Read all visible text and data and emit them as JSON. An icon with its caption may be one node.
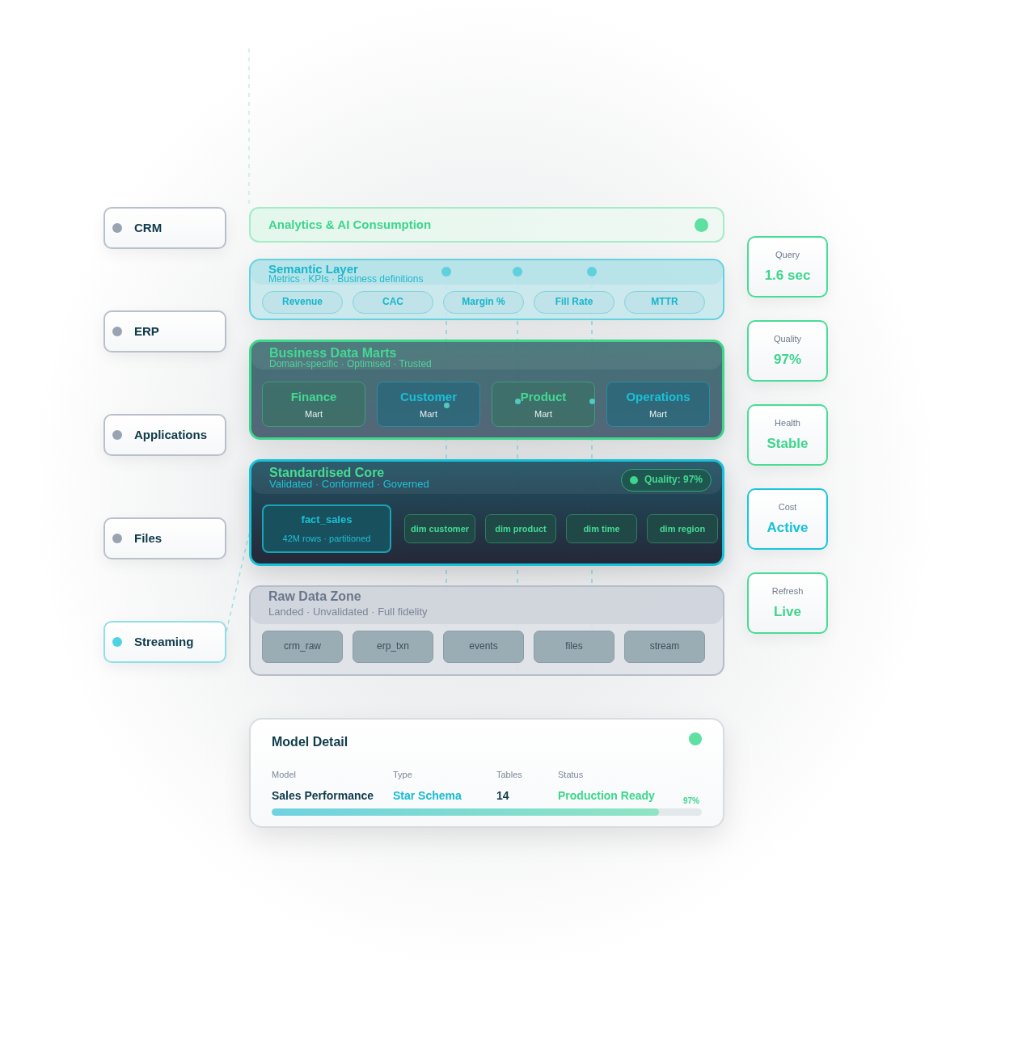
{
  "diagram": {
    "nodes": [
      {
        "text": [
          "CRM"
        ]
      },
      {
        "text": [
          "ERP"
        ]
      },
      {
        "text": [
          "Applications"
        ]
      },
      {
        "text": [
          "Files"
        ]
      },
      {
        "text": [
          "Streaming"
        ]
      },
      {
        "text": [
          "Analytics & AI Consumption"
        ]
      },
      {
        "text": [
          "Semantic Layer",
          "Metrics · KPIs · Business definitions"
        ]
      },
      {
        "text": [
          "Revenue"
        ],
        "in": 6
      },
      {
        "text": [
          "CAC"
        ],
        "in": 6
      },
      {
        "text": [
          "Margin %"
        ],
        "in": 6
      },
      {
        "text": [
          "Fill Rate"
        ],
        "in": 6
      },
      {
        "text": [
          "MTTR"
        ],
        "in": 6
      },
      {
        "text": [
          "Business Data Marts",
          "Domain-specific · Optimised · Trusted"
        ]
      },
      {
        "text": [
          "Finance",
          "Mart"
        ],
        "in": 12
      },
      {
        "text": [
          "Customer",
          "Mart"
        ],
        "in": 12
      },
      {
        "text": [
          "Product",
          "Mart"
        ],
        "in": 12
      },
      {
        "text": [
          "Operations",
          "Mart"
        ],
        "in": 12
      },
      {
        "text": [
          "Standardised Core",
          "Validated · Conformed · Governed"
        ]
      },
      {
        "text": [
          "Quality: 97%"
        ],
        "in": 17
      },
      {
        "text": [
          "fact_sales",
          "42M rows · partitioned"
        ],
        "in": 17
      },
      {
        "text": [
          "dim customer"
        ],
        "in": 17
      },
      {
        "text": [
          "dim product"
        ],
        "in": 17
      },
      {
        "text": [
          "dim time"
        ],
        "in": 17
      },
      {
        "text": [
          "dim region"
        ],
        "in": 17
      },
      {
        "text": [
          "Raw Data Zone",
          "Landed · Unvalidated · Full fidelity"
        ]
      },
      {
        "text": [
          "crm_raw"
        ],
        "in": 24
      },
      {
        "text": [
          "erp_txn"
        ],
        "in": 24
      },
      {
        "text": [
          "events"
        ],
        "in": 24
      },
      {
        "text": [
          "files"
        ],
        "in": 24
      },
      {
        "text": [
          "stream"
        ],
        "in": 24
      },
      {
        "text": [
          "Query",
          "1.6 sec"
        ]
      },
      {
        "text": [
          "Quality",
          "97%"
        ]
      },
      {
        "text": [
          "Health",
          "Stable"
        ]
      },
      {
        "text": [
          "Cost",
          "Active"
        ]
      },
      {
        "text": [
          "Refresh",
          "Live"
        ]
      },
      {
        "text": [
          "Model Detail",
          "Model",
          "Type",
          "Tables",
          "Status",
          "Sales Performance",
          "Star Schema",
          "14",
          "Production Ready",
          "97%"
        ]
      }
    ],
    "edges": [
      {
        "from": 4,
        "to": 17,
        "arrow": "none",
        "style": "dashed"
      }
    ]
  }
}
